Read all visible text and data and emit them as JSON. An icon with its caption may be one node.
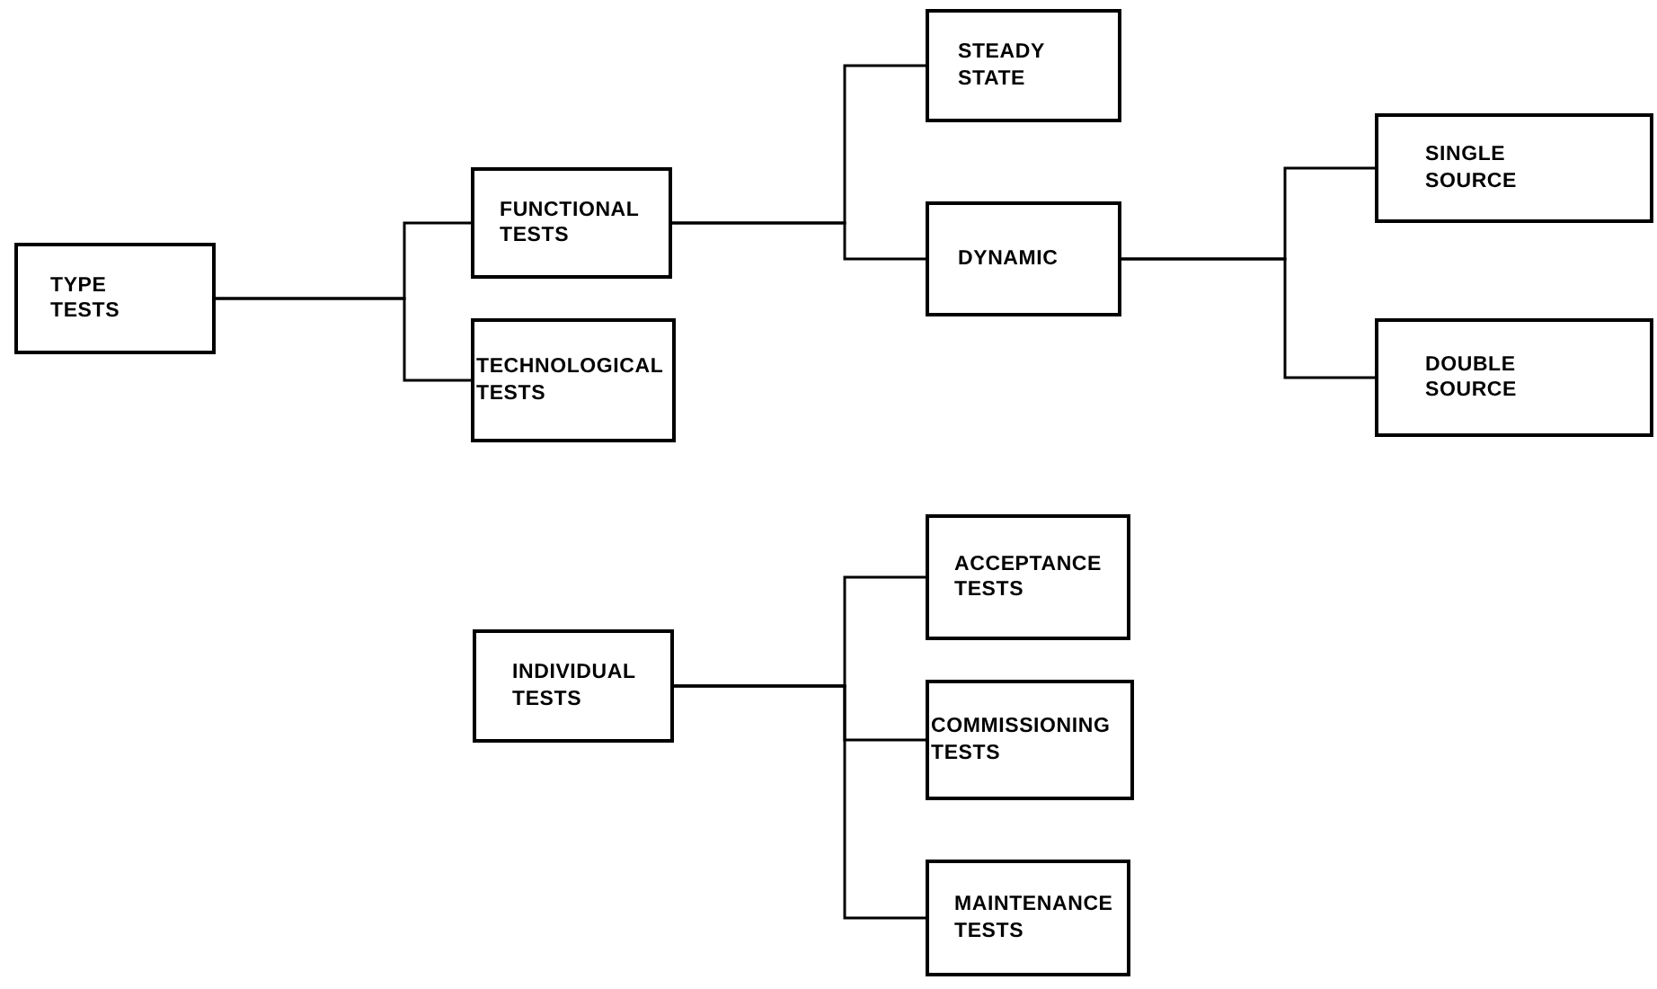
{
  "diagram": {
    "nodes": [
      {
        "text": [
          "TYPE TESTS"
        ]
      },
      {
        "text": [
          "FUNCTIONAL TESTS"
        ]
      },
      {
        "text": [
          "TECHNOLOGICAL TESTS"
        ]
      },
      {
        "text": [
          "STEADY STATE"
        ]
      },
      {
        "text": [
          "DYNAMIC"
        ]
      },
      {
        "text": [
          "SINGLE SOURCE"
        ]
      },
      {
        "text": [
          "DOUBLE SOURCE"
        ]
      },
      {
        "text": [
          "INDIVIDUAL TESTS"
        ]
      },
      {
        "text": [
          "ACCEPTANCE TESTS"
        ]
      },
      {
        "text": [
          "COMMISSIONING TESTS"
        ]
      },
      {
        "text": [
          "MAINTENANCE TESTS"
        ]
      }
    ],
    "edges": [
      {
        "from": 0,
        "to": 1,
        "arrow": "none"
      },
      {
        "from": 0,
        "to": 2,
        "arrow": "none"
      },
      {
        "from": 1,
        "to": 3,
        "arrow": "none"
      },
      {
        "from": 1,
        "to": 4,
        "arrow": "none"
      },
      {
        "from": 4,
        "to": 5,
        "arrow": "none"
      },
      {
        "from": 4,
        "to": 6,
        "arrow": "none"
      },
      {
        "from": 7,
        "to": 8,
        "arrow": "none"
      },
      {
        "from": 7,
        "to": 9,
        "arrow": "none"
      },
      {
        "from": 7,
        "to": 10,
        "arrow": "none"
      }
    ]
  }
}
